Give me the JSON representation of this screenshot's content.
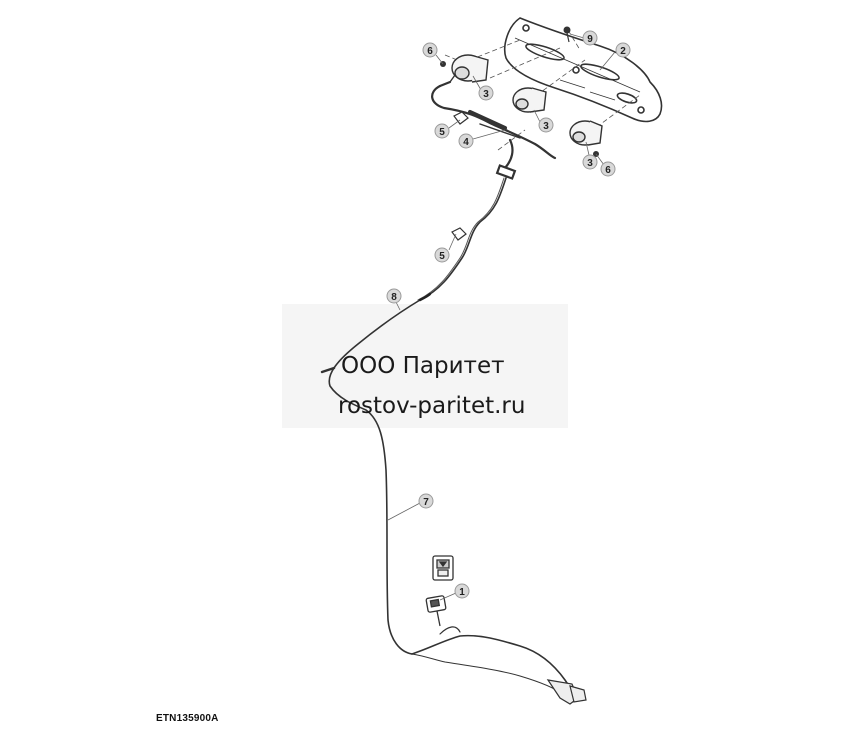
{
  "figure": {
    "id": "ETN135900A"
  },
  "watermark": {
    "line1": "ООО Паритет",
    "line2": "rostov-paritet.ru"
  },
  "callouts": [
    {
      "id": "c1",
      "label": "1"
    },
    {
      "id": "c2",
      "label": "2"
    },
    {
      "id": "c3a",
      "label": "3"
    },
    {
      "id": "c3b",
      "label": "3"
    },
    {
      "id": "c3c",
      "label": "3"
    },
    {
      "id": "c4",
      "label": "4"
    },
    {
      "id": "c5a",
      "label": "5"
    },
    {
      "id": "c5b",
      "label": "5"
    },
    {
      "id": "c6a",
      "label": "6"
    },
    {
      "id": "c6b",
      "label": "6"
    },
    {
      "id": "c7",
      "label": "7"
    },
    {
      "id": "c8",
      "label": "8"
    },
    {
      "id": "c9",
      "label": "9"
    }
  ],
  "colors": {
    "line": "#333333",
    "harness": "#444444",
    "callout_fill": "#d9d9d9",
    "callout_stroke": "#9a9a9a"
  }
}
